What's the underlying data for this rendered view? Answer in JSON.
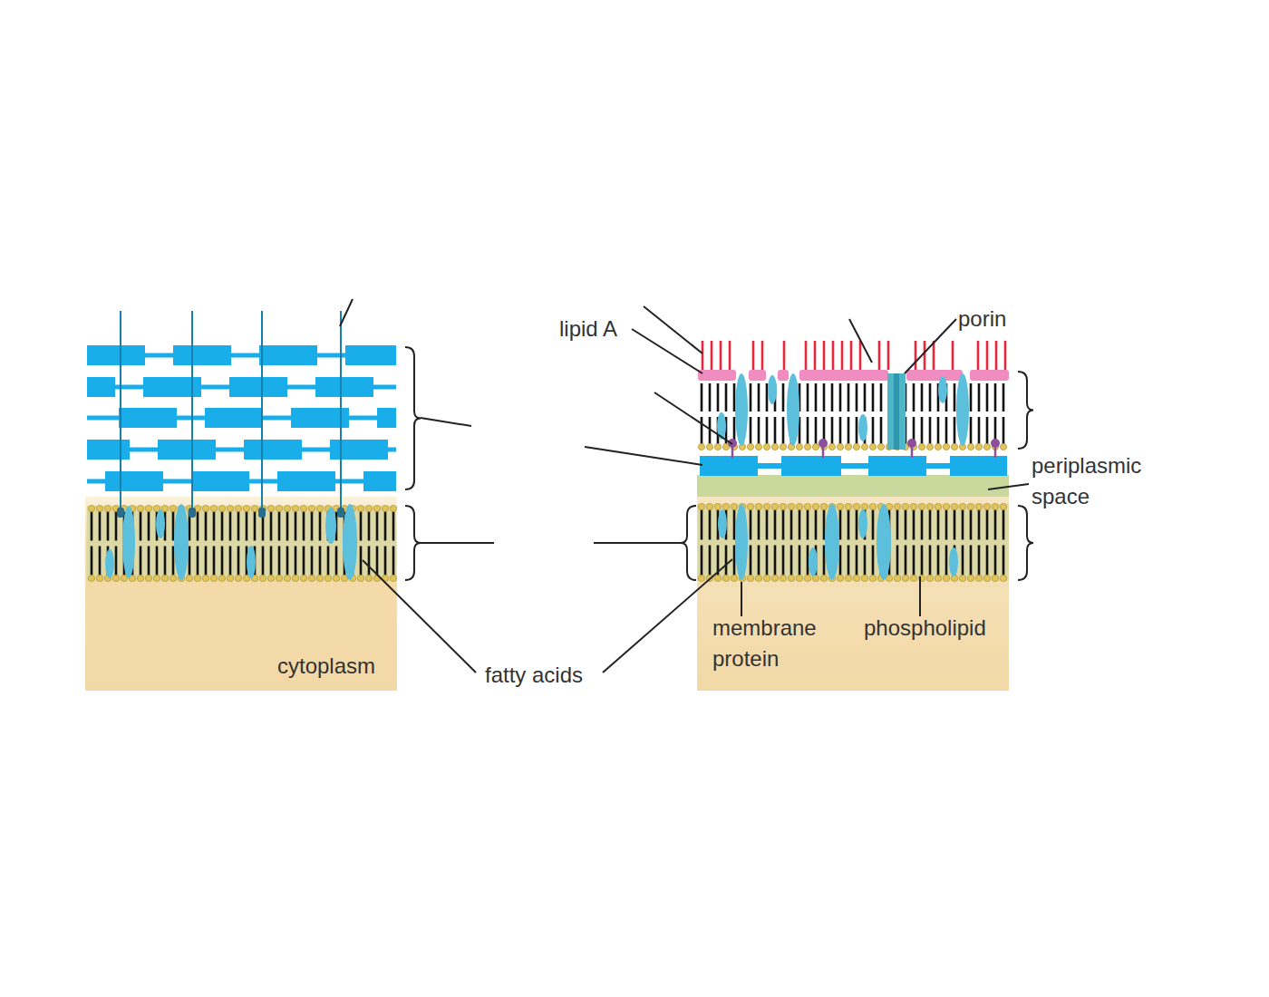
{
  "diagram": {
    "nodes": [
      {
        "text": [
          "cytoplasm"
        ]
      }
    ],
    "labels": [
      "lipid A",
      "porin",
      "periplasmic space",
      "membrane protein",
      "phospholipid",
      "fatty acids"
    ]
  }
}
